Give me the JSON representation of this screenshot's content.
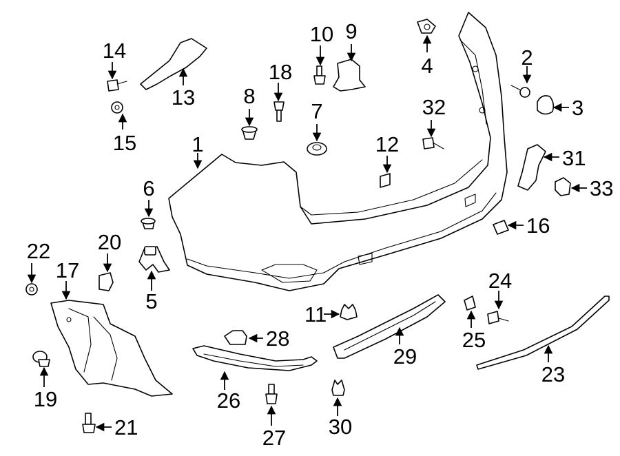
{
  "colors": {
    "line": "#000000",
    "background": "#ffffff"
  },
  "callouts": {
    "c1": "1",
    "c2": "2",
    "c3": "3",
    "c4": "4",
    "c5": "5",
    "c6": "6",
    "c7": "7",
    "c8": "8",
    "c9": "9",
    "c10": "10",
    "c11": "11",
    "c12": "12",
    "c13": "13",
    "c14": "14",
    "c15": "15",
    "c16": "16",
    "c17": "17",
    "c18": "18",
    "c19": "19",
    "c20": "20",
    "c21": "21",
    "c22": "22",
    "c23": "23",
    "c24": "24",
    "c25": "25",
    "c26": "26",
    "c27": "27",
    "c28": "28",
    "c29": "29",
    "c30": "30",
    "c31": "31",
    "c32": "32",
    "c33": "33"
  }
}
